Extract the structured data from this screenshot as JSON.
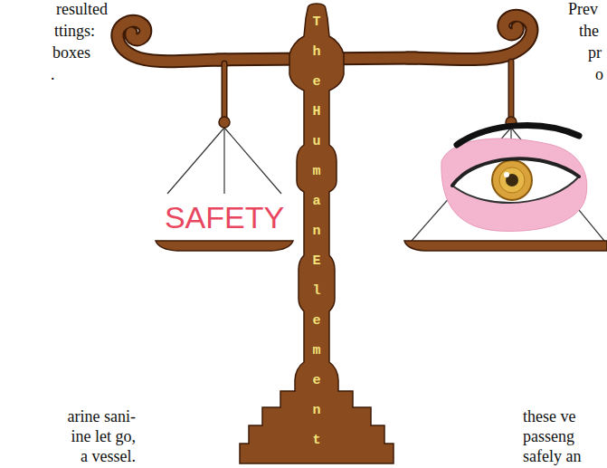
{
  "diagram": {
    "labels": [
      "resulted",
      "ttings:",
      "boxes",
      ".",
      "arine sani-",
      "ine let go,",
      "a vessel.",
      "SAFETY",
      "The Human Element",
      "Prev",
      "the",
      "pr",
      "o",
      "these ve",
      "passeng",
      "safely an"
    ]
  }
}
